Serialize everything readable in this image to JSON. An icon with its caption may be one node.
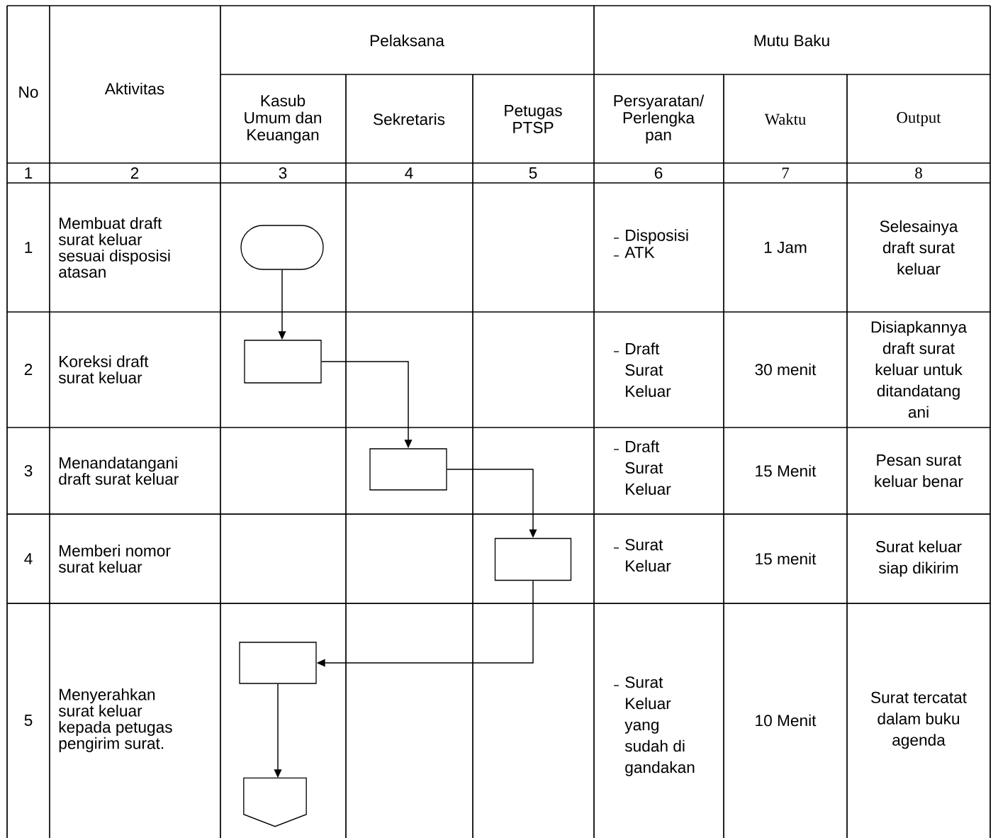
{
  "diagram": {
    "nodes": [
      {
        "text": [],
        "shape": "terminal"
      },
      {
        "text": [],
        "shape": "box"
      },
      {
        "text": [],
        "shape": "box"
      },
      {
        "text": [],
        "shape": "box"
      },
      {
        "text": [],
        "shape": "box"
      },
      {
        "text": [],
        "shape": "pentagon"
      }
    ],
    "edges": [
      {
        "from": 0,
        "to": 1,
        "arrow": "to"
      },
      {
        "from": 1,
        "to": 2,
        "arrow": "to"
      },
      {
        "from": 2,
        "to": 3,
        "arrow": "to"
      },
      {
        "from": 3,
        "to": 4,
        "arrow": "to"
      },
      {
        "from": 4,
        "to": 5,
        "arrow": "to"
      }
    ],
    "labels": [
      "No",
      "Aktivitas",
      "Pelaksana",
      "Mutu Baku",
      "Kasub Umum dan Keuangan",
      "Sekretaris",
      "Petugas PTSP",
      "Persyaratan/ Perlengka pan",
      "Waktu",
      "Output",
      "1",
      "2",
      "3",
      "4",
      "5",
      "6",
      "7",
      "8",
      "1",
      "Membuat draft surat keluar sesuai disposisi atasan",
      "Disposisi",
      "ATK",
      "1 Jam",
      "Selesainya draft surat keluar",
      "2",
      "Koreksi draft surat keluar",
      "Draft Surat Keluar",
      "30 menit",
      "Disiapkannya draft surat keluar untuk ditandatang ani",
      "3",
      "Menandatangani draft surat keluar",
      "Draft Surat Keluar",
      "15 Menit",
      "Pesan surat keluar benar",
      "4",
      "Memberi nomor surat keluar",
      "Surat Keluar",
      "15 menit",
      "Surat keluar siap dikirim",
      "5",
      "Menyerahkan surat keluar kepada petugas pengirim surat.",
      "Surat Keluar yang sudah di gandakan",
      "10 Menit",
      "Surat tercatat dalam buku agenda"
    ]
  }
}
